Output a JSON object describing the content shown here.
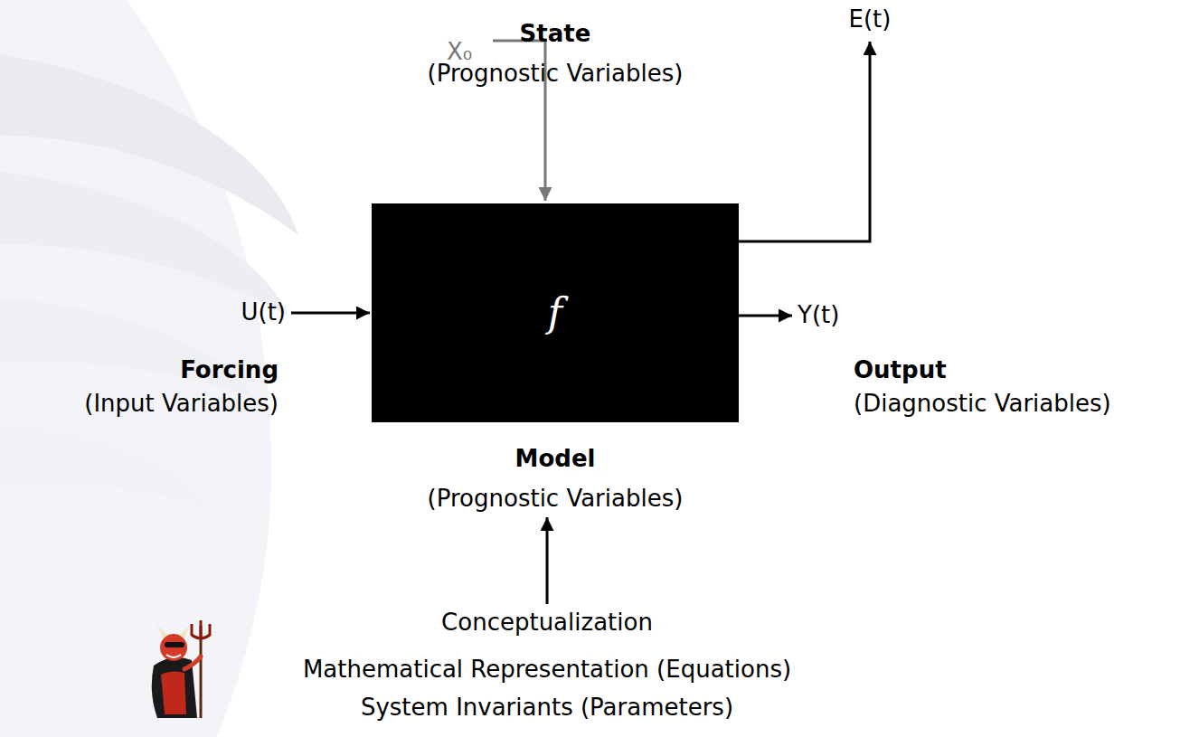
{
  "diagram": {
    "nodes": [
      {
        "text": [
          "f"
        ]
      }
    ],
    "labels": [
      "State",
      "(Prognostic Variables)",
      "X₀",
      "E(t)",
      "U(t)",
      "Y(t)",
      "Forcing",
      "(Input Variables)",
      "Output",
      "(Diagnostic Variables)",
      "Model",
      "(Prognostic Variables)",
      "Conceptualization",
      "Mathematical Representation (Equations)",
      "System Invariants (Parameters)"
    ]
  }
}
